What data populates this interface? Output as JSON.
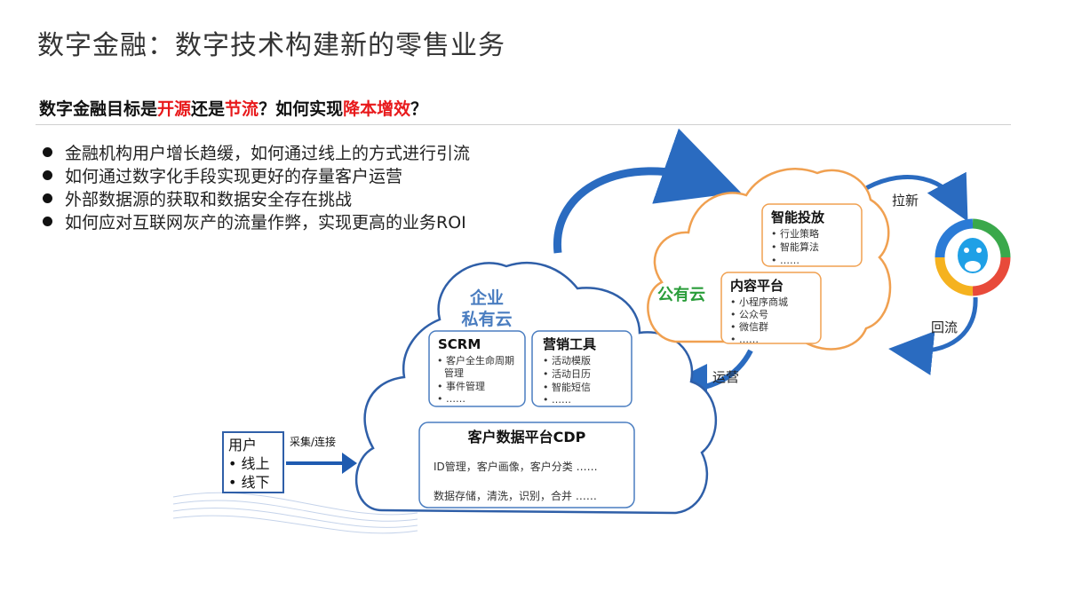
{
  "title": "数字金融：数字技术构建新的零售业务",
  "subtitle": {
    "p1": "数字金融目标是",
    "r1": "开源",
    "p2": "还是",
    "r2": "节流",
    "p3": "？如何实现",
    "r3": "降本增效",
    "p4": "？"
  },
  "bullets": [
    "金融机构用户增长趋缓，如何通过线上的方式进行引流",
    "如何通过数字化手段实现更好的存量客户运营",
    "外部数据源的获取和数据安全存在挑战",
    "如何应对互联网灰产的流量作弊，实现更高的业务ROI"
  ],
  "diagram": {
    "private_cloud": {
      "line1": "企业",
      "line2": "私有云"
    },
    "scrm": {
      "title": "SCRM",
      "items": [
        "• 客户全生命周期",
        "管理",
        "• 事件管理",
        "• ……"
      ]
    },
    "marketing": {
      "title": "营销工具",
      "items": [
        "• 活动模版",
        "• 活动日历",
        "• 智能短信",
        "• ……"
      ]
    },
    "cdp": {
      "title": "客户数据平台CDP",
      "line1": "ID管理，客户画像，客户分类 ……",
      "line2": "数据存储，清洗，识别，合并 ……"
    },
    "public_cloud": "公有云",
    "smart_delivery": {
      "title": "智能投放",
      "items": [
        "• 行业策略",
        "• 智能算法",
        "• ……"
      ]
    },
    "content": {
      "title": "内容平台",
      "items": [
        "• 小程序商城",
        "• 公众号",
        "• 微信群",
        "• ……"
      ]
    },
    "user_box": {
      "title": "用户",
      "items": [
        "• 线上",
        "• 线下"
      ]
    },
    "labels": {
      "collect": "采集/连接",
      "operate": "运营",
      "acquire": "拉新",
      "return": "回流"
    },
    "colors": {
      "blue": "#2f5fa8",
      "orange": "#f0a050",
      "green": "#2a9d3a",
      "arrow": "#1f5bb0"
    }
  }
}
